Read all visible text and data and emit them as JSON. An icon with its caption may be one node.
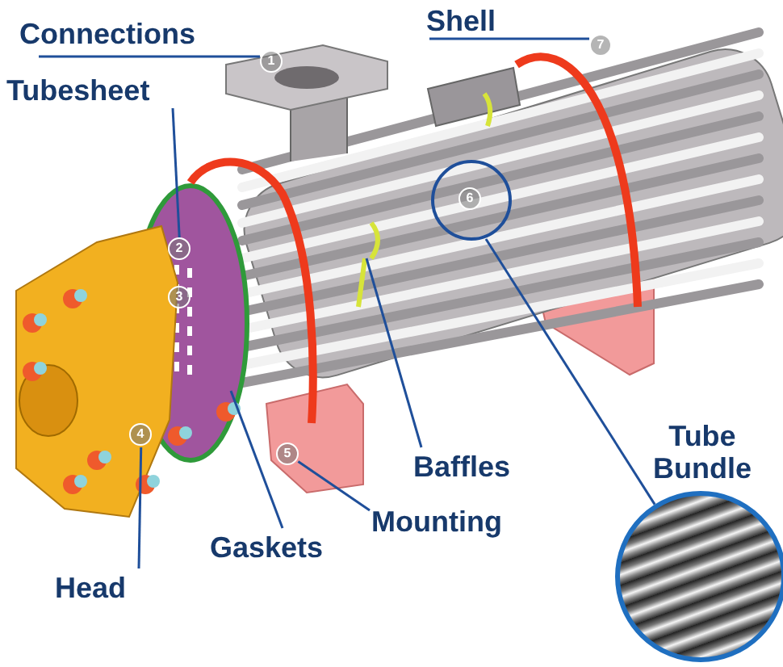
{
  "diagram": {
    "nodes": [
      {
        "text": [
          "Connections"
        ]
      },
      {
        "text": [
          "1"
        ]
      },
      {
        "text": [
          "Tubesheet"
        ]
      },
      {
        "text": [
          "2"
        ]
      },
      {
        "text": [
          "Shell"
        ]
      },
      {
        "text": [
          "7"
        ]
      },
      {
        "text": [
          "Head"
        ]
      },
      {
        "text": [
          "4"
        ]
      },
      {
        "text": [
          "Gaskets"
        ]
      },
      {
        "text": [
          "Mounting"
        ]
      },
      {
        "text": [
          "5"
        ]
      },
      {
        "text": [
          "Baffles"
        ]
      },
      {
        "text": [
          "6"
        ]
      },
      {
        "text": [],
        "shape": "circle",
        "beside": [
          "Tube Bundle"
        ]
      },
      {
        "text": [
          "3"
        ]
      }
    ],
    "edges": [
      {
        "from": 0,
        "to": 1,
        "arrow": "none"
      },
      {
        "from": 2,
        "to": 3,
        "arrow": "none"
      },
      {
        "from": 4,
        "to": 5,
        "arrow": "none"
      },
      {
        "from": 6,
        "to": 7,
        "arrow": "none"
      },
      {
        "from": 8,
        "to": null,
        "arrow": "none"
      },
      {
        "from": 9,
        "to": 10,
        "arrow": "none"
      },
      {
        "from": 11,
        "to": null,
        "arrow": "none"
      },
      {
        "from": 12,
        "to": 13,
        "arrow": "none"
      }
    ]
  }
}
